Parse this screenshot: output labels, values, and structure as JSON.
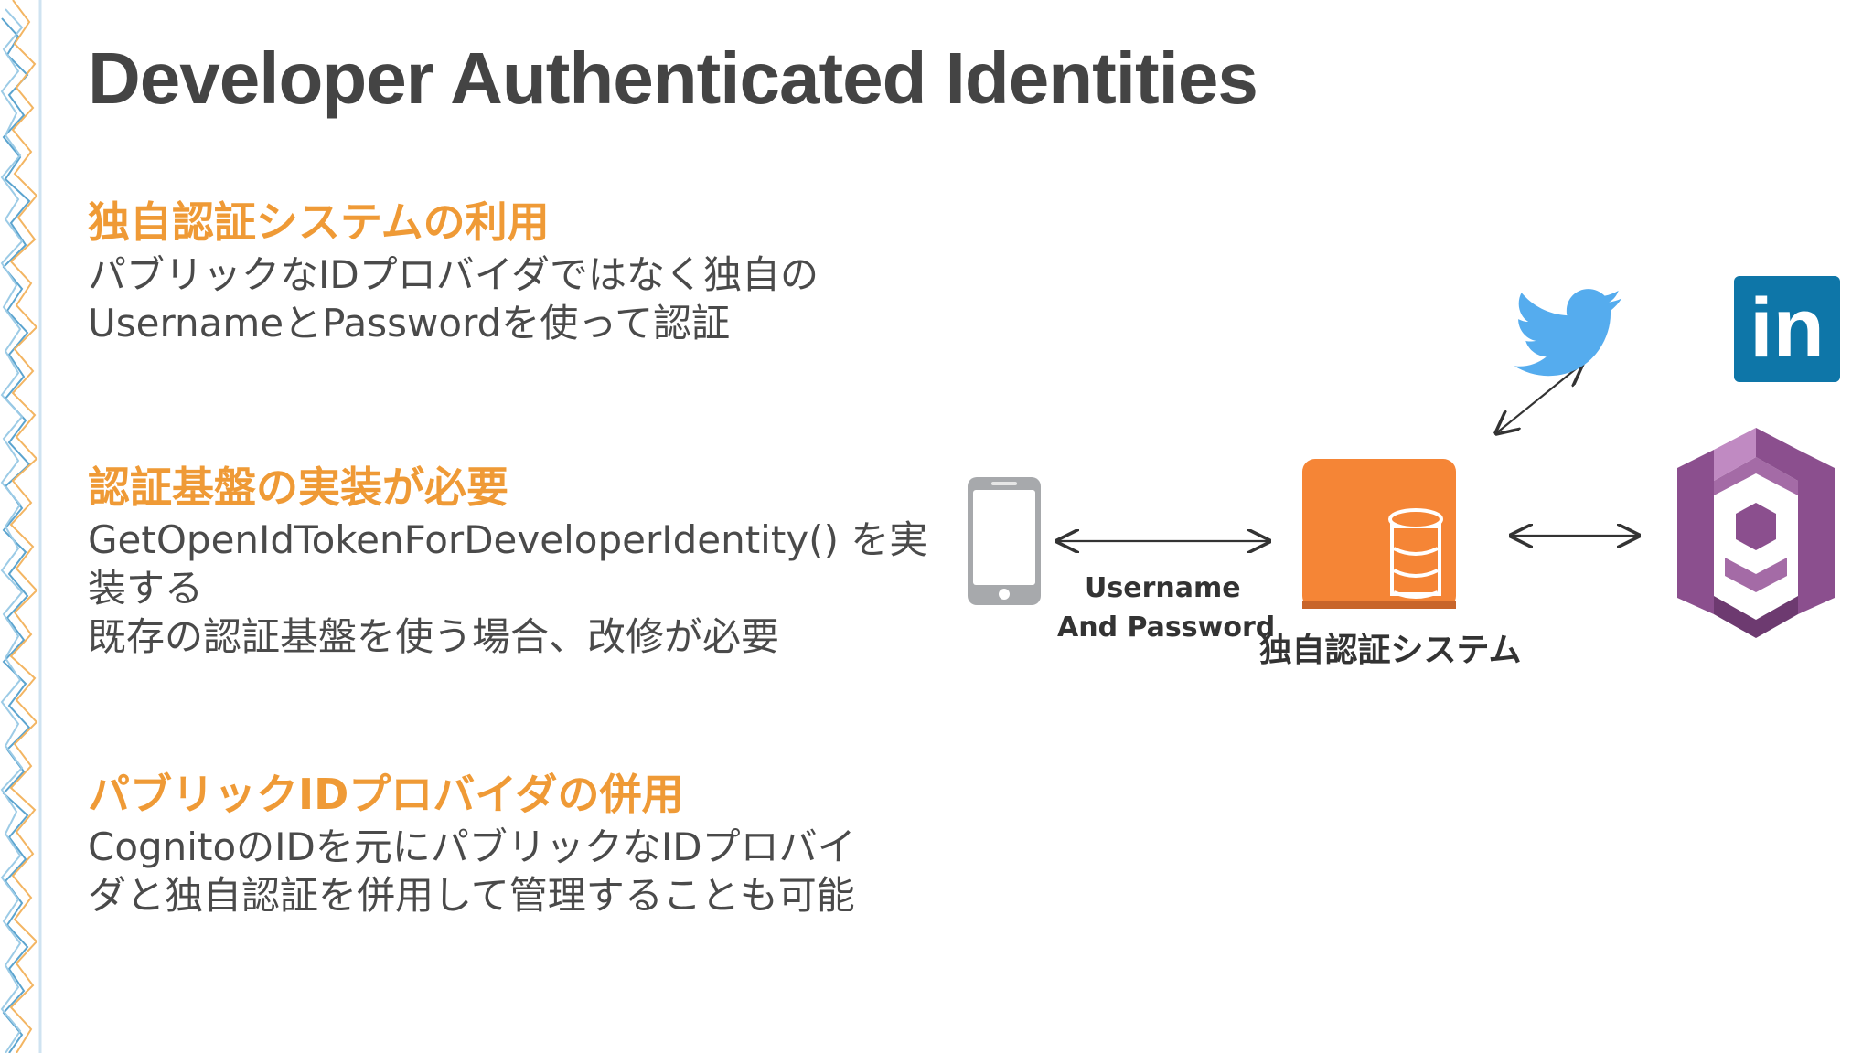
{
  "slide": {
    "title": "Developer Authenticated Identities"
  },
  "sections": [
    {
      "heading": "独自認証システムの利用",
      "lines": [
        "パブリックなIDプロバイダではなく独自の",
        "UsernameとPasswordを使って認証"
      ]
    },
    {
      "heading": "認証基盤の実装が必要",
      "lines": [
        "GetOpenIdTokenForDeveloperIdentity() を実",
        "装する",
        "既存の認証基盤を使う場合、改修が必要"
      ]
    },
    {
      "heading": "パブリックIDプロバイダの併用",
      "lines": [
        "CognitoのIDを元にパブリックなIDプロバイ",
        "ダと独自認証を併用して管理することも可能"
      ]
    }
  ],
  "diagram": {
    "arrow_label_line1": "Username",
    "arrow_label_line2": "And Password",
    "auth_system_label": "独自認証システム",
    "linkedin_logo_text": "in",
    "colors": {
      "heading_orange": "#ef9a36",
      "server_orange": "#f58536",
      "cognito_purple": "#8b4f8e",
      "twitter_blue": "#55acee",
      "linkedin_blue": "#0e76a8",
      "phone_gray": "#a7a9ac"
    }
  }
}
